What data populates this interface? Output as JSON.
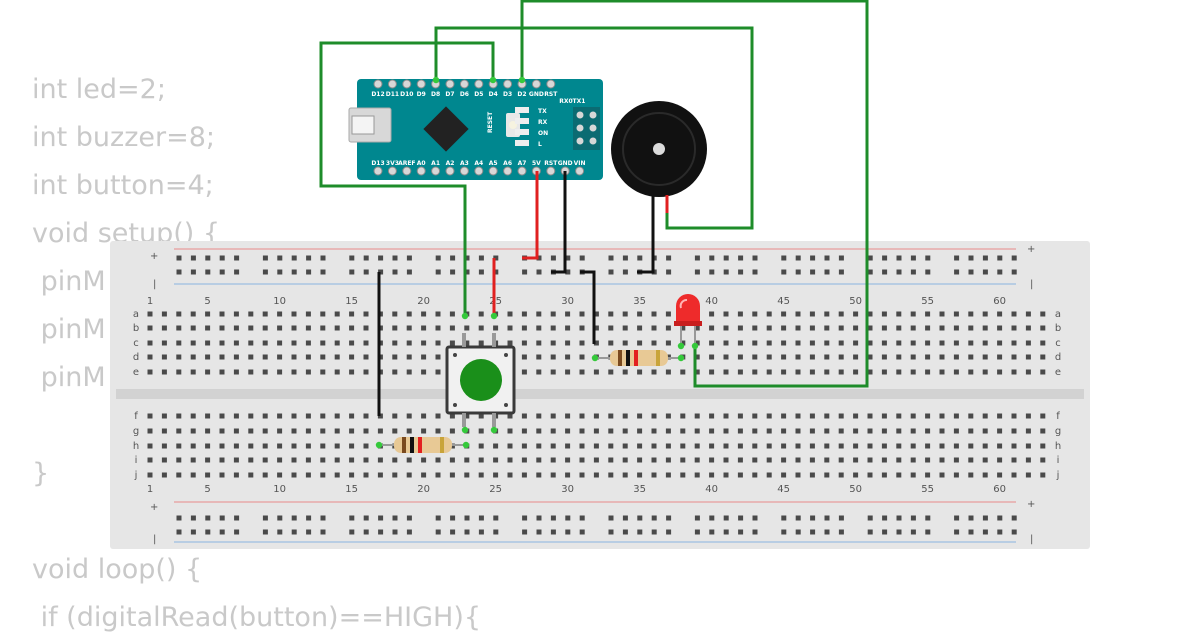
{
  "code_lines": [
    "int led=2;",
    "int buzzer=8;",
    "int button=4;",
    "void setup() {",
    " pinM",
    " pinM",
    " pinM",
    "",
    "}",
    "",
    "void loop() {",
    " if (digitalRead(button)==HIGH){"
  ],
  "breadboard": {
    "row_labels_top": [
      "a",
      "b",
      "c",
      "d",
      "e"
    ],
    "row_labels_bottom": [
      "f",
      "g",
      "h",
      "i",
      "j"
    ],
    "column_labels": [
      "1",
      "5",
      "10",
      "15",
      "20",
      "25",
      "30",
      "35",
      "40",
      "45",
      "50",
      "55",
      "60"
    ],
    "rail_plus": "+",
    "rail_minus": "|"
  },
  "nano": {
    "top_pins": [
      "D12",
      "D11",
      "D10",
      "D9",
      "D8",
      "D7",
      "D6",
      "D5",
      "D4",
      "D3",
      "D2",
      "GND",
      "RST",
      "RX0",
      "TX1"
    ],
    "bottom_pins": [
      "D13",
      "3V3",
      "AREF",
      "A0",
      "A1",
      "A2",
      "A3",
      "A4",
      "A5",
      "A6",
      "A7",
      "5V",
      "RST",
      "GND",
      "VIN"
    ],
    "reset_label": "RESET",
    "led_labels": [
      "TX",
      "RX",
      "ON",
      "L"
    ]
  },
  "colors": {
    "wire_green": "#1e8c2a",
    "wire_red": "#e02020",
    "wire_black": "#111111",
    "nano_blue": "#00878f",
    "led_red": "#ee2b2b",
    "button_green": "#1a8f1a",
    "code_gray": "#c9c9c9"
  }
}
